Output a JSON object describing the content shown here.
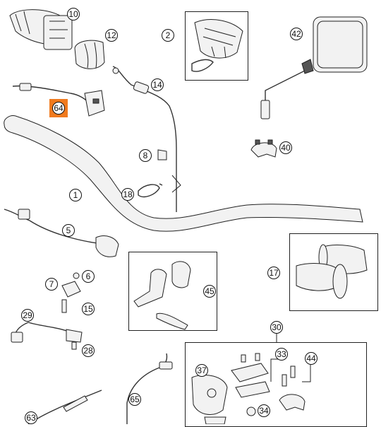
{
  "diagram": {
    "accent_color": "#f07a1e",
    "callouts": {
      "c1": "1",
      "c2": "2",
      "c5": "5",
      "c6": "6",
      "c7": "7",
      "c8": "8",
      "c10": "10",
      "c12": "12",
      "c14": "14",
      "c15": "15",
      "c17": "17",
      "c18": "18",
      "c28": "28",
      "c29": "29",
      "c30": "30",
      "c33": "33",
      "c34": "34",
      "c37": "37",
      "c40": "40",
      "c42": "42",
      "c44": "44",
      "c45": "45",
      "c63": "63",
      "c64": "64",
      "c65": "65"
    },
    "highlighted_part": "64"
  }
}
